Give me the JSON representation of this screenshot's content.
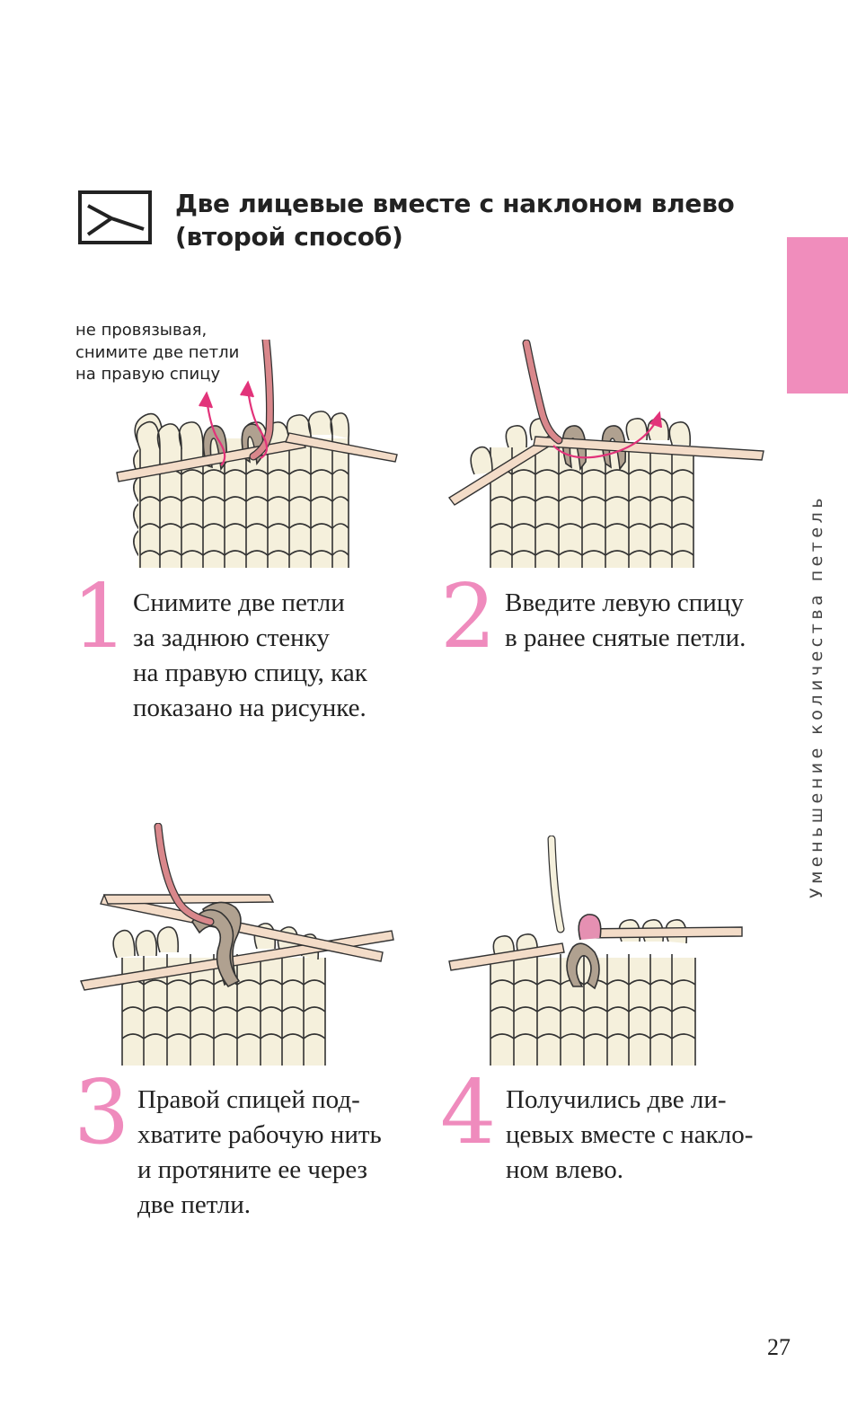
{
  "title": [
    "Две лицевые вместе с наклоном влево",
    "(второй способ)"
  ],
  "side_label": "Уменьшение количества петель",
  "note": [
    "не провязывая,",
    "снимите две петли",
    "на правую спицу"
  ],
  "steps": [
    {
      "number": "1",
      "lines": [
        "Снимите две петли",
        "за заднюю стенку",
        "на правую спицу, как",
        "показано на рисунке."
      ]
    },
    {
      "number": "2",
      "lines": [
        "Введите левую спицу",
        "в ранее снятые петли."
      ]
    },
    {
      "number": "3",
      "lines": [
        "Правой спицей под-",
        "хватите рабочую нить",
        "и протяните ее через",
        "две петли."
      ]
    },
    {
      "number": "4",
      "lines": [
        "Получились две ли-",
        "цевых вместе с накло-",
        "ном влево."
      ]
    }
  ],
  "page_number": "27",
  "colors": {
    "accent_pink": "#ef8bbd",
    "yarn_cream": "#f5f0dc",
    "highlight_loop": "#b0a190",
    "working_yarn": "#d9878b"
  }
}
